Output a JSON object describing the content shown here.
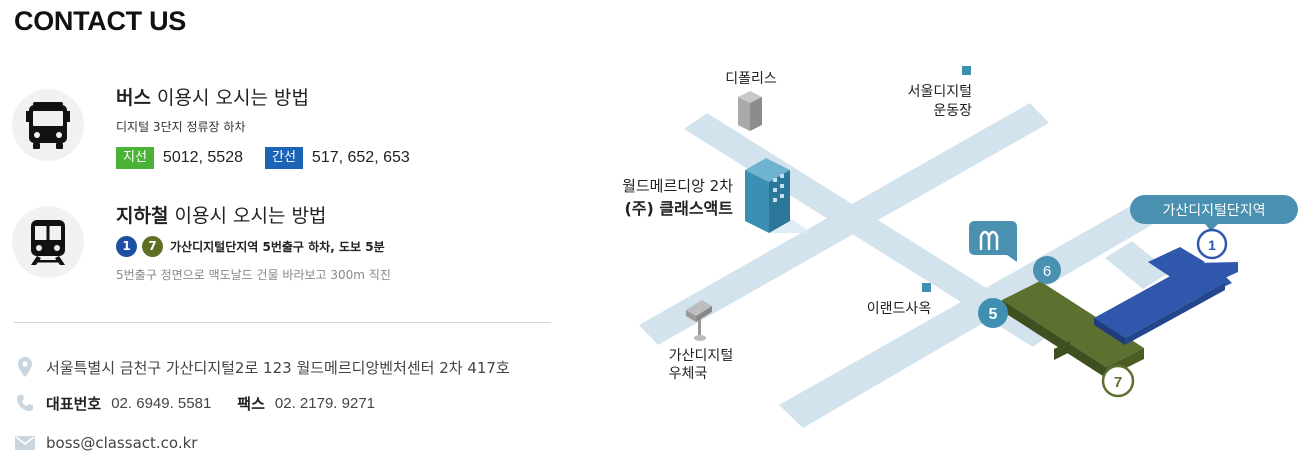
{
  "page": {
    "title": "CONTACT US"
  },
  "bus": {
    "heading_bold": "버스",
    "heading_rest": " 이용시 오시는 방법",
    "stop": "디지털 3단지 정류장 하차",
    "branch_tag": "지선",
    "branch_routes": "5012, 5528",
    "trunk_tag": "간선",
    "trunk_routes": "517, 652, 653",
    "colors": {
      "branch": "#4cb137",
      "trunk": "#1a63b5"
    }
  },
  "subway": {
    "heading_bold": "지하철",
    "heading_rest": " 이용시 오시는 방법",
    "line_a": "1",
    "line_b": "7",
    "exit_info": "가산디지털단지역 5번출구 하차, 도보 5분",
    "note": "5번출구 정면으로 맥도날드 건물 바라보고 300m 직진",
    "colors": {
      "line_1": "#1d4fa3",
      "line_7": "#5c6f25"
    }
  },
  "contact": {
    "address": "서울특별시 금천구 가산디지털2로 123 월드메르디앙벤처센터 2차 417호",
    "phone_label": "대표번호",
    "phone": "02. 6949. 5581",
    "fax_label": "팩스",
    "fax": "02. 2179. 9271",
    "email": "boss@classact.co.kr",
    "icons": [
      "location-pin-icon",
      "phone-icon",
      "envelope-icon"
    ]
  },
  "map": {
    "labels": {
      "dipolis": "디폴리스",
      "seoul_digital_1": "서울디지털",
      "seoul_digital_2": "운동장",
      "world_1": "월드메르디앙 2차",
      "world_2": "(주) 클래스액트",
      "eland": "이랜드사옥",
      "post_1": "가산디지털",
      "post_2": "우체국",
      "station": "가산디지털단지역"
    },
    "markers": {
      "exit_6": "6",
      "exit_5": "5",
      "line_1": "1",
      "line_7": "7"
    },
    "colors": {
      "road": "#d3e3ee",
      "accent": "#4a90b0",
      "line_1": "#2f58ad",
      "line_7": "#5c7030"
    }
  }
}
